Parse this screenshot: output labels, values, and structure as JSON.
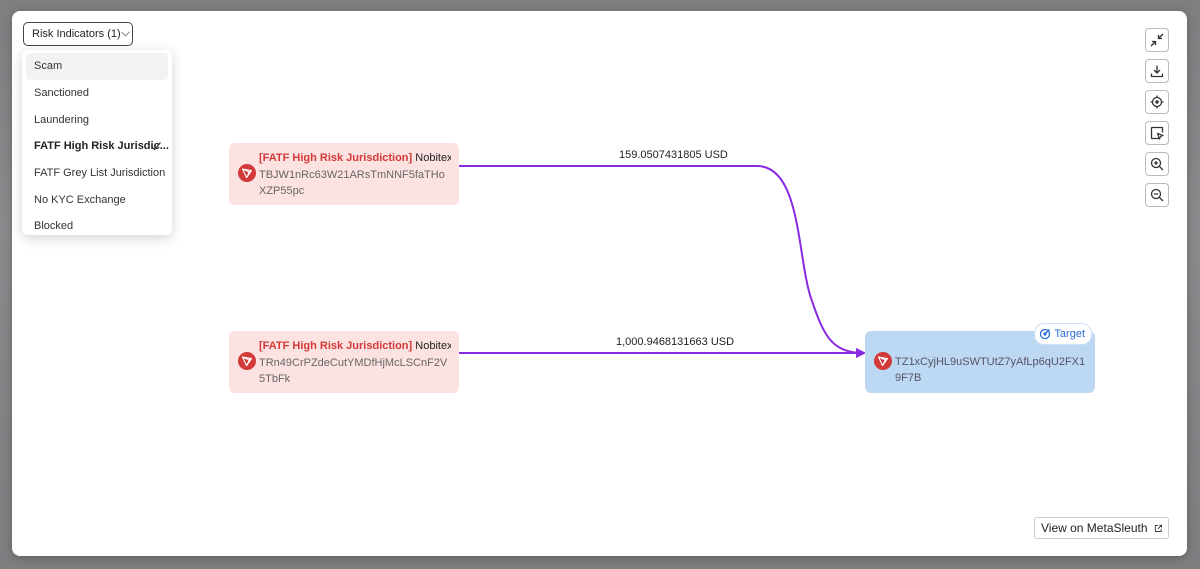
{
  "filter": {
    "label": "Risk Indicators (1)",
    "options": [
      {
        "label": "Scam",
        "selected": false
      },
      {
        "label": "Sanctioned",
        "selected": false
      },
      {
        "label": "Laundering",
        "selected": false
      },
      {
        "label": "FATF High Risk Jurisdic...",
        "selected": true
      },
      {
        "label": "FATF Grey List Jurisdiction",
        "selected": false
      },
      {
        "label": "No KYC Exchange",
        "selected": false
      },
      {
        "label": "Blocked",
        "selected": false
      }
    ]
  },
  "toolbar": {
    "icons": [
      "collapse-icon",
      "download-icon",
      "locate-icon",
      "select-icon",
      "zoom-in-icon",
      "zoom-out-icon"
    ]
  },
  "graph": {
    "nodes": [
      {
        "risk_tag": "[FATF High Risk Jurisdiction]",
        "entity": " Nobitex.ir:...",
        "address": "TBJW1nRc63W21ARsTmNNF5faTHoXZP55pc"
      },
      {
        "risk_tag": "[FATF High Risk Jurisdiction]",
        "entity": " Nobitex.ir:...",
        "address": "TRn49CrPZdeCutYMDfHjMcLSCnF2V5TbFk"
      }
    ],
    "target": {
      "badge": "Target",
      "address": "TZ1xCyjHL9uSWTUtZ7yAfLp6qU2FX19F7B"
    },
    "edges": [
      {
        "amount": "159.0507431805 USD"
      },
      {
        "amount": "1,000.9468131663 USD"
      }
    ]
  },
  "footer": {
    "view_link": "View on MetaSleuth"
  },
  "colors": {
    "edge": "#8a2be2",
    "risk_text": "#d23a3a",
    "source_node_bg": "#fde2e2",
    "target_node_bg": "#bdd8f2",
    "tron_red": "#d23a3a"
  }
}
